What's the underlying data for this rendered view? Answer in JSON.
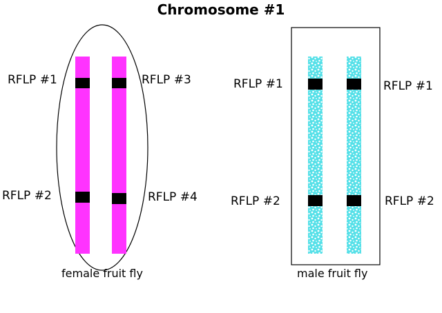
{
  "title": "Chromosome #1",
  "colors": {
    "female_chromosome": "#ff33ff",
    "male_chromosome": "#55e0e8",
    "male_speckle": "#ffffff",
    "marker_band": "#000000",
    "outline": "#000000"
  },
  "female": {
    "caption": "female fruit fly",
    "labels": {
      "left_top": "RFLP #1",
      "left_bottom": "RFLP #2",
      "right_top": "RFLP #3",
      "right_bottom": "RFLP #4"
    }
  },
  "male": {
    "caption": "male fruit fly",
    "labels": {
      "left_top": "RFLP #1",
      "left_bottom": "RFLP #2",
      "right_top": "RFLP #1",
      "right_bottom": "RFLP #2"
    }
  }
}
